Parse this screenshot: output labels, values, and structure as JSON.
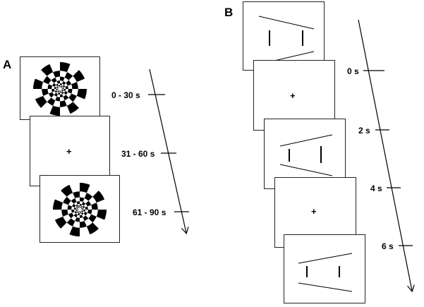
{
  "figure": {
    "panel_a": {
      "letter": "A",
      "frames": [
        {
          "stimulus": "checkerboard"
        },
        {
          "stimulus": "fixation",
          "symbol": "+"
        },
        {
          "stimulus": "checkerboard"
        }
      ],
      "time_labels": [
        "0 - 30 s",
        "31 - 60 s",
        "61 - 90 s"
      ]
    },
    "panel_b": {
      "letter": "B",
      "frames": [
        {
          "stimulus": "ponzo-illusion-a"
        },
        {
          "stimulus": "fixation",
          "symbol": "+"
        },
        {
          "stimulus": "ponzo-illusion-b"
        },
        {
          "stimulus": "fixation",
          "symbol": "+"
        },
        {
          "stimulus": "ponzo-illusion-c"
        }
      ],
      "time_labels": [
        "0 s",
        "2 s",
        "4 s",
        "6 s"
      ]
    },
    "colors": {
      "ink": "#000000",
      "background": "#ffffff"
    }
  }
}
